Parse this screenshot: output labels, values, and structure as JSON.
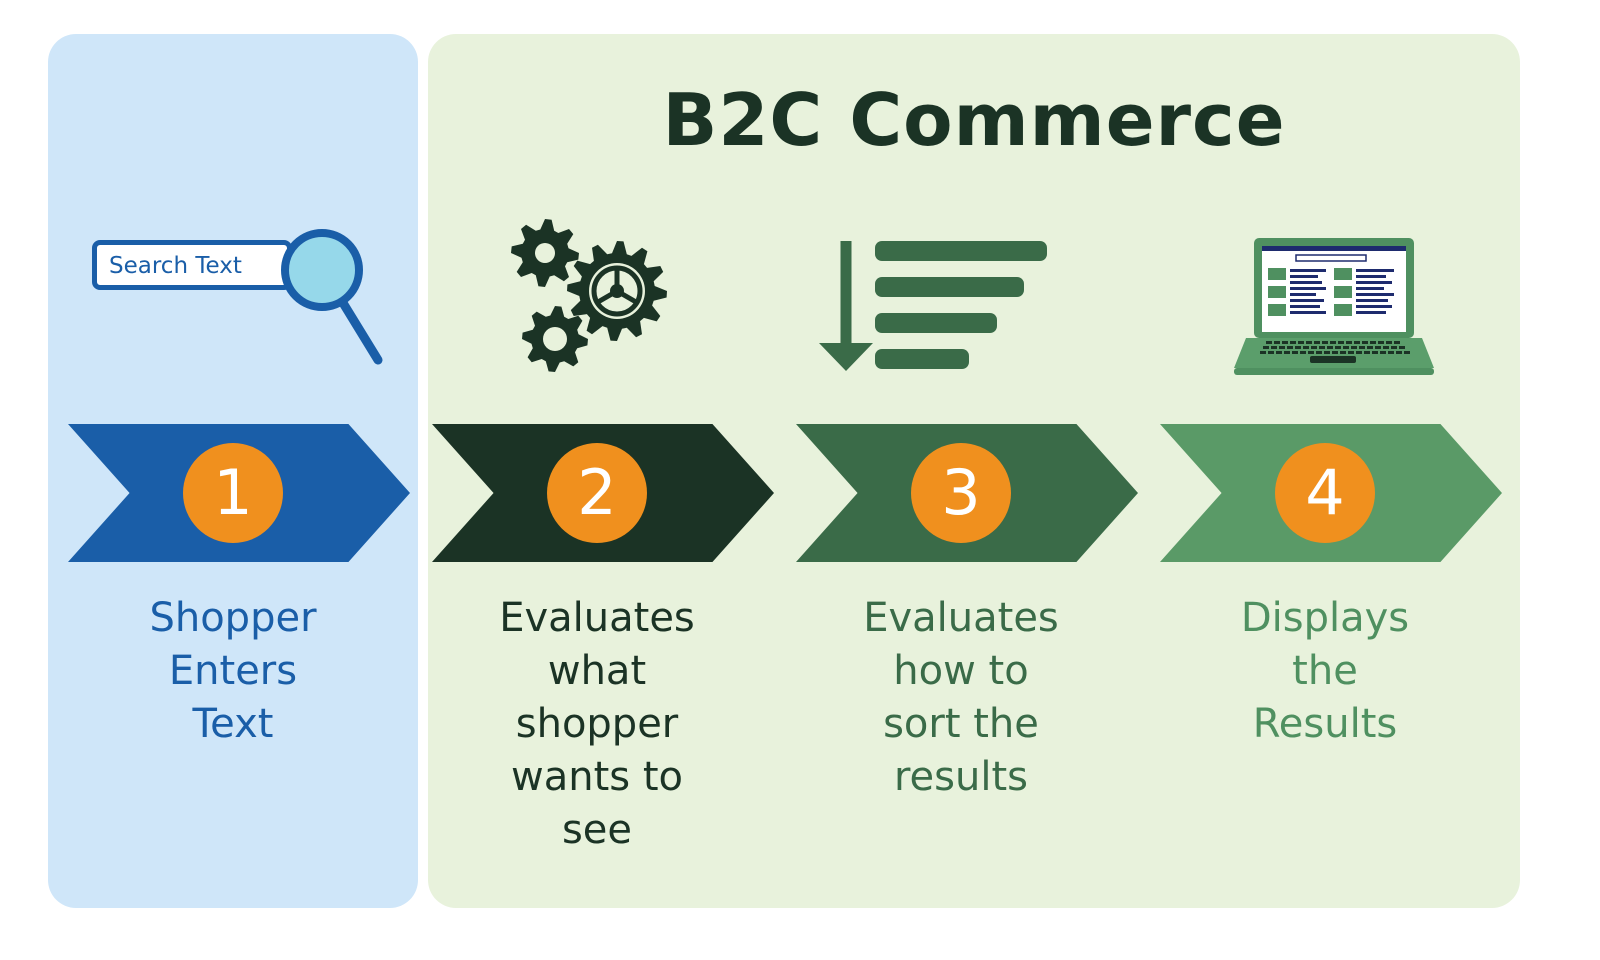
{
  "title": "B2C Commerce",
  "search": {
    "placeholder_text": "Search Text"
  },
  "steps": [
    {
      "number": "1",
      "label_lines": [
        "Shopper",
        "Enters",
        "Text"
      ],
      "icon": "search-icon",
      "color": "#1a5ea8"
    },
    {
      "number": "2",
      "label_lines": [
        "Evaluates",
        "what",
        "shopper",
        "wants to",
        "see"
      ],
      "icon": "gears-icon",
      "color": "#1b3325"
    },
    {
      "number": "3",
      "label_lines": [
        "Evaluates",
        "how to",
        "sort the",
        "results"
      ],
      "icon": "sort-descending-icon",
      "color": "#3a6b48"
    },
    {
      "number": "4",
      "label_lines": [
        "Displays",
        "the",
        "Results"
      ],
      "icon": "laptop-icon",
      "color": "#4f9060"
    }
  ],
  "colors": {
    "left_panel": "#cfe6f9",
    "right_panel": "#e8f2dc",
    "badge": "#f0901e"
  }
}
